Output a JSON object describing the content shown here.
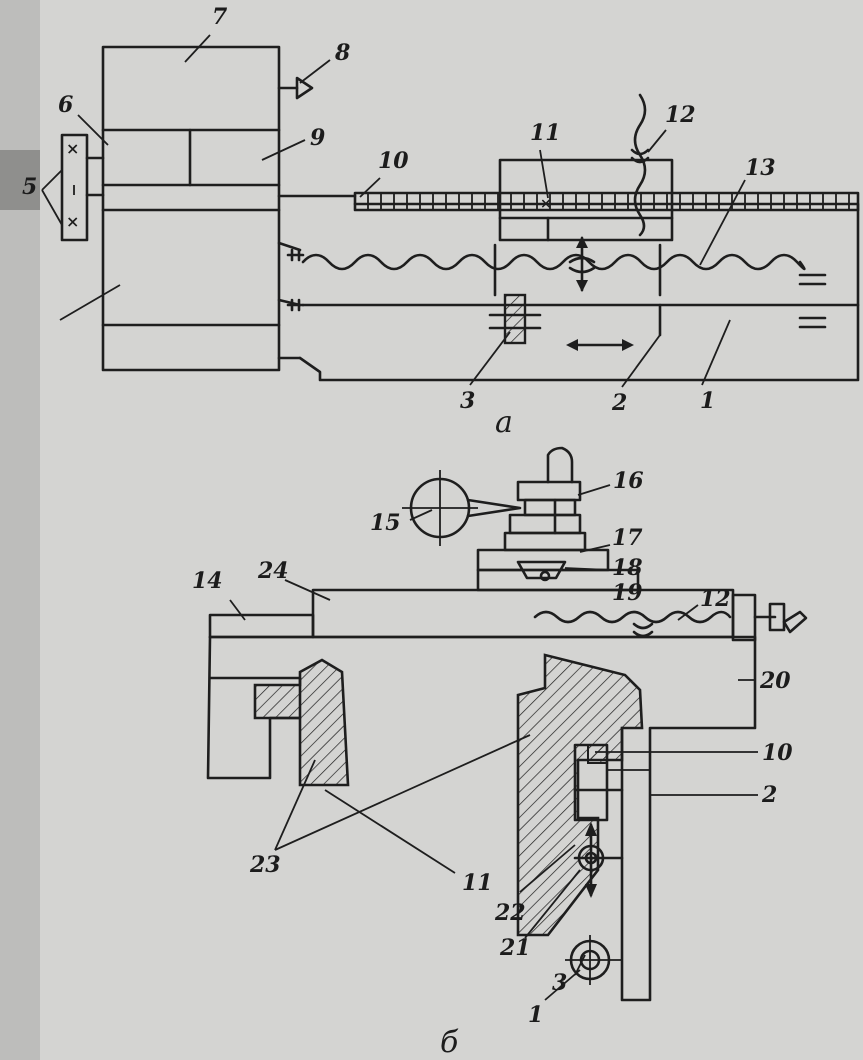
{
  "diagram": {
    "view_a": {
      "caption": "а",
      "labels": [
        "7",
        "8",
        "6",
        "9",
        "5",
        "10",
        "11",
        "12",
        "13",
        "3",
        "2",
        "1"
      ]
    },
    "view_b": {
      "caption": "б",
      "labels": [
        "16",
        "15",
        "17",
        "18",
        "14",
        "24",
        "19",
        "12",
        "20",
        "10",
        "2",
        "23",
        "11",
        "22",
        "21",
        "3",
        "1"
      ]
    }
  },
  "colors": {
    "paper": "#d4d4d2",
    "ink": "#1e1e1e"
  }
}
